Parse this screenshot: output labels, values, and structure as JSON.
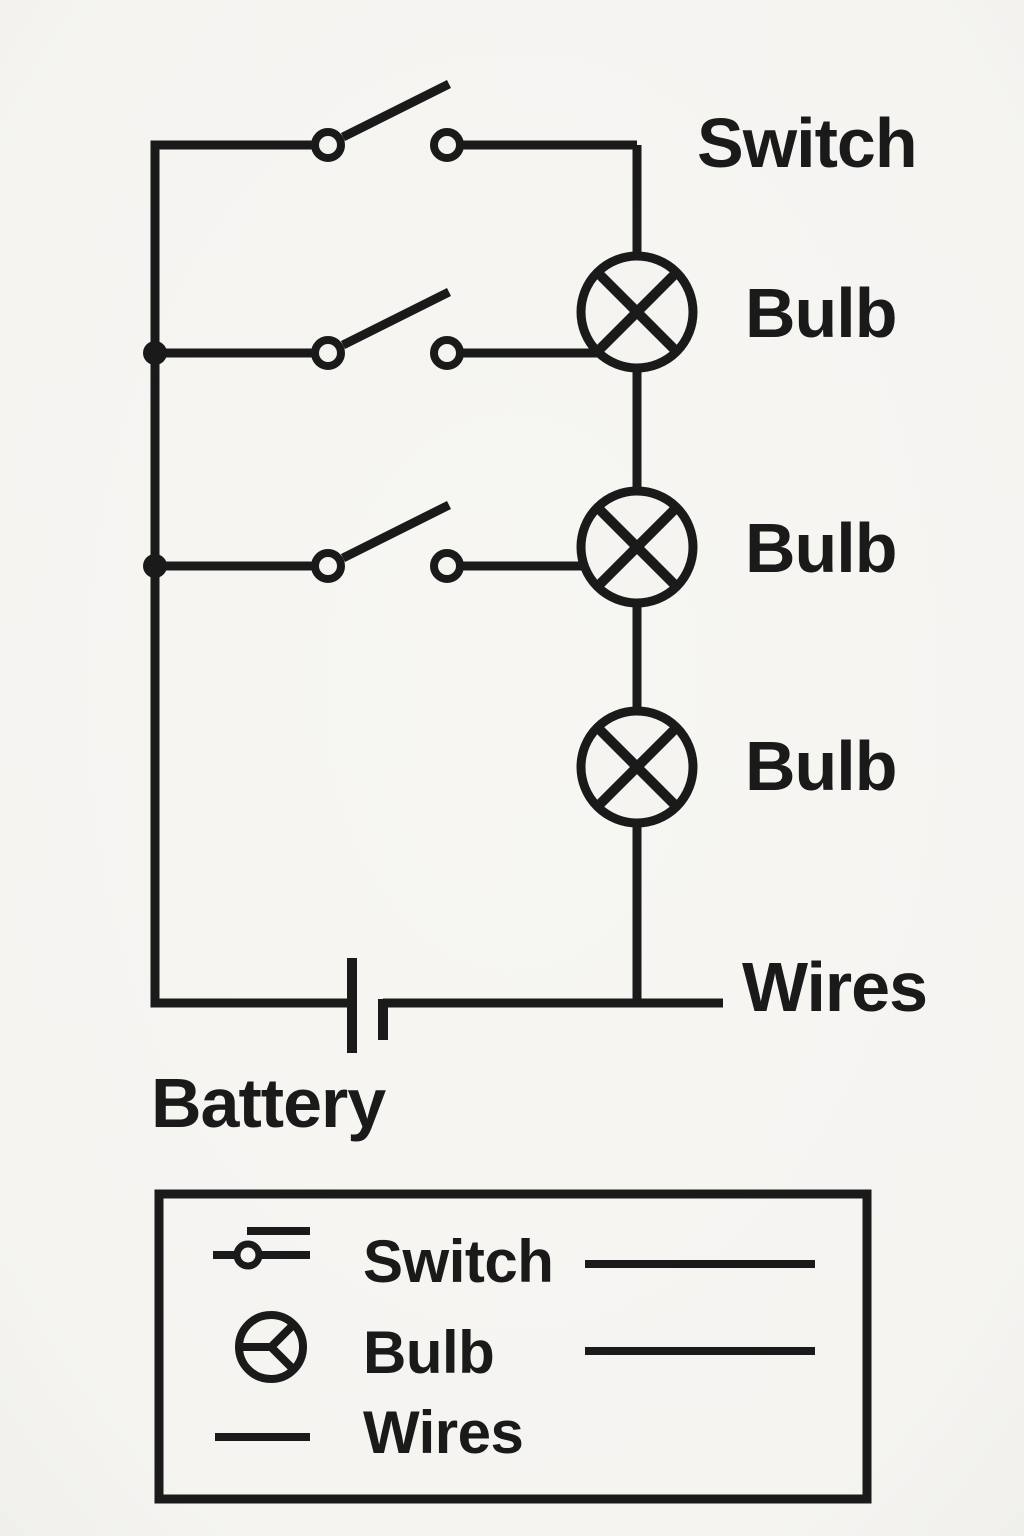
{
  "colors": {
    "line": "#1a1a1a",
    "background": "#f5f4f1"
  },
  "diagram": {
    "switch_label": "Switch",
    "bulb_labels": [
      "Bulb",
      "Bulb",
      "Bulb"
    ],
    "wires_label": "Wires",
    "battery_label": "Battery"
  },
  "legend": {
    "items": [
      {
        "icon": "switch-icon",
        "label": "Switch"
      },
      {
        "icon": "bulb-icon",
        "label": "Bulb"
      },
      {
        "icon": "wires-icon",
        "label": "Wires"
      }
    ]
  }
}
